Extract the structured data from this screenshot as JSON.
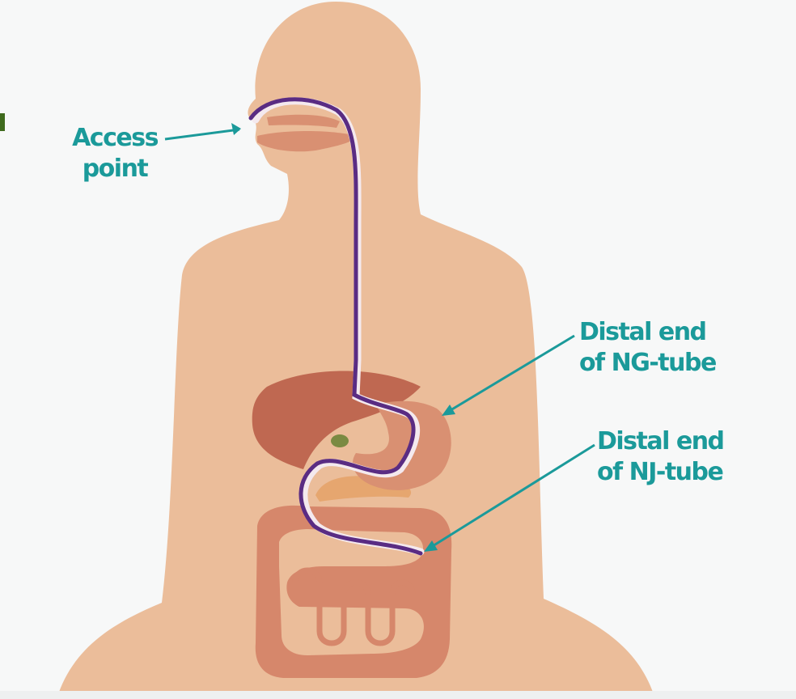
{
  "labels": {
    "access_line1": "Access",
    "access_line2": "point",
    "ng_line1": "Distal end",
    "ng_line2": "of NG-tube",
    "nj_line1": "Distal end",
    "nj_line2": "of NJ-tube"
  },
  "colors": {
    "background": "#f7f8f8",
    "skin": "#ebbd9a",
    "liver": "#bf6851",
    "stomach": "#d99072",
    "intestine": "#d6876b",
    "intestine_gap": "#ebbd9a",
    "pancreas": "#e6a66f",
    "gallbladder": "#7b8a42",
    "tube": "#5a2c83",
    "tube_highlight": "#f4e9ee",
    "label_text": "#1b9a9a",
    "leader_line": "#1b9a9a",
    "marker": "#3f6b1e"
  }
}
